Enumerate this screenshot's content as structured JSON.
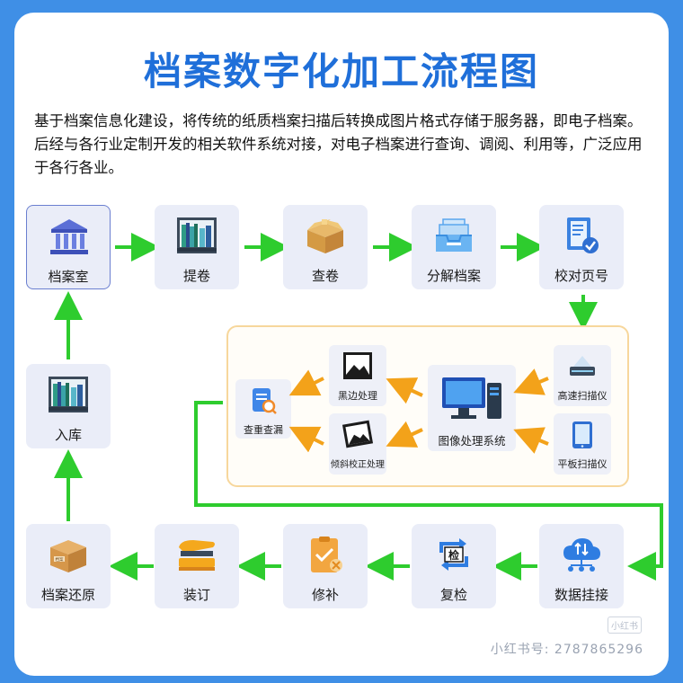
{
  "title": "档案数字化加工流程图",
  "intro": "基于档案信息化建设，将传统的纸质档案扫描后转换成图片格式存储于服务器，即电子档案。后经与各行业定制开发的相关软件系统对接，对电子档案进行查询、调阅、利用等，广泛应用于各行各业。",
  "steps": {
    "archive_room": "档案室",
    "retrieve": "提卷",
    "check_volume": "查卷",
    "split": "分解档案",
    "page_check": "校对页号",
    "data_link": "数据挂接",
    "recheck": "复检",
    "repair": "修补",
    "binding": "装订",
    "restore": "档案还原",
    "storage": "入库"
  },
  "scan_panel": {
    "hs_scanner": "高速扫描仪",
    "flat_scanner": "平板扫描仪",
    "image_system": "图像处理系统",
    "black_edge": "黑边处理",
    "deskew": "倾斜校正处理",
    "dup_check": "查重查漏"
  },
  "recheck_icon_char": "检",
  "restore_icon_char": "档案",
  "watermark": "小红书号: 2787865296",
  "watermark_small": "小红书",
  "colors": {
    "accent": "#1f6fd9",
    "arrow_green": "#2ecc2e",
    "arrow_orange": "#f3a21a",
    "background": "#3f8fe6"
  }
}
